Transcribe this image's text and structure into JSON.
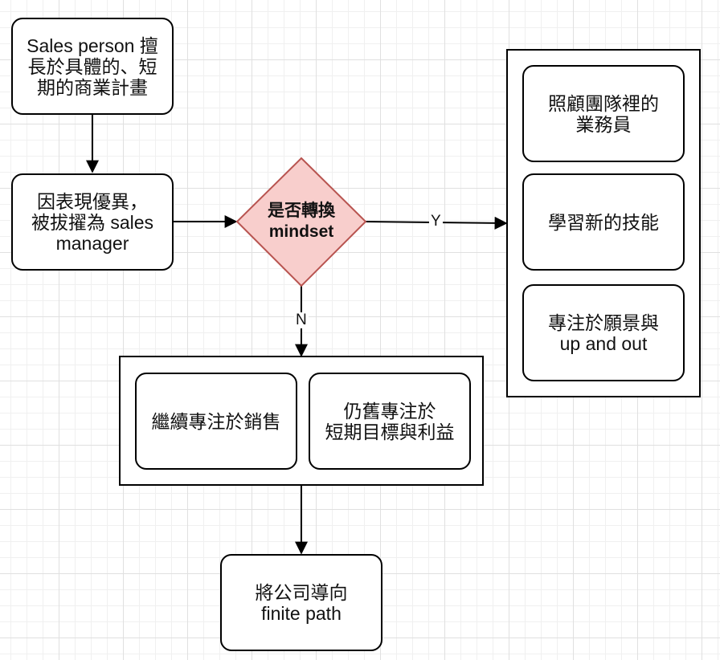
{
  "nodes": {
    "sales_person": "Sales person 擅\n長於具體的、短\n期的商業計畫",
    "promoted": "因表現優異，\n被拔擢為 sales\nmanager",
    "decision": "是否轉換\nmindset",
    "care_team": "照顧團隊裡的\n業務員",
    "learn_skills": "學習新的技能",
    "vision": "專注於願景與\nup and out",
    "keep_selling": "繼續專注於銷售",
    "short_term": "仍舊專注於\n短期目標與利益",
    "finite_path": "將公司導向\n finite path"
  },
  "edge_labels": {
    "yes": "Y",
    "no": "N"
  },
  "colors": {
    "decision_fill": "#f8cecc",
    "decision_stroke": "#b85450"
  }
}
